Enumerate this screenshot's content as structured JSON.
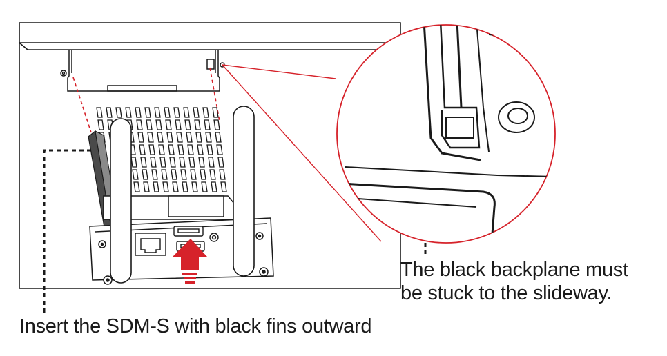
{
  "annotations": {
    "insert_instruction": "Insert the SDM-S with black fins outward",
    "backplane_note_line1": "The black backplane must",
    "backplane_note_line2": "be stuck to the slideway."
  },
  "colors": {
    "line": "#1a1a1a",
    "callout_red": "#d6222a",
    "arrow_red": "#d6222a",
    "background": "#ffffff"
  }
}
